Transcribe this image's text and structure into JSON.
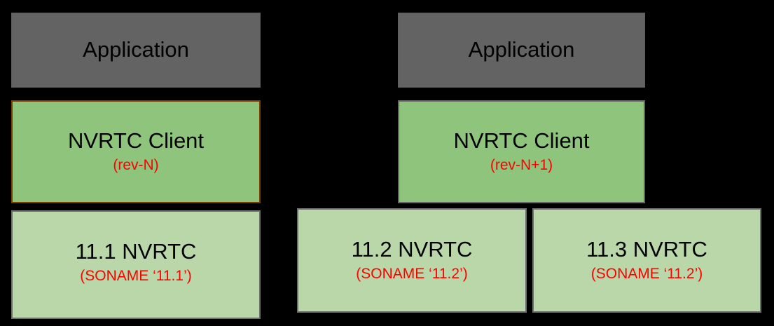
{
  "diagram": {
    "background_color": "#000000",
    "palette": {
      "application_fill": "#636363",
      "client_fill": "#8FC47D",
      "library_fill": "#B9D7A8",
      "highlight_border": "#7B3F00",
      "neutral_border": "#666666",
      "title_text": "#000000",
      "subtitle_text": "#FF0000"
    },
    "columns": [
      {
        "name": "left-stack",
        "application": {
          "title": "Application"
        },
        "client": {
          "title": "NVRTC Client",
          "subtitle": "(rev-N)"
        },
        "libraries": [
          {
            "title": "11.1 NVRTC",
            "subtitle": "(SONAME ‘11.1’)"
          }
        ]
      },
      {
        "name": "right-stack",
        "application": {
          "title": "Application"
        },
        "client": {
          "title": "NVRTC Client",
          "subtitle": "(rev-N+1)"
        },
        "libraries": [
          {
            "title": "11.2 NVRTC",
            "subtitle": "(SONAME ‘11.2’)"
          },
          {
            "title": "11.3 NVRTC",
            "subtitle": "(SONAME ‘11.2’)"
          }
        ]
      }
    ]
  }
}
